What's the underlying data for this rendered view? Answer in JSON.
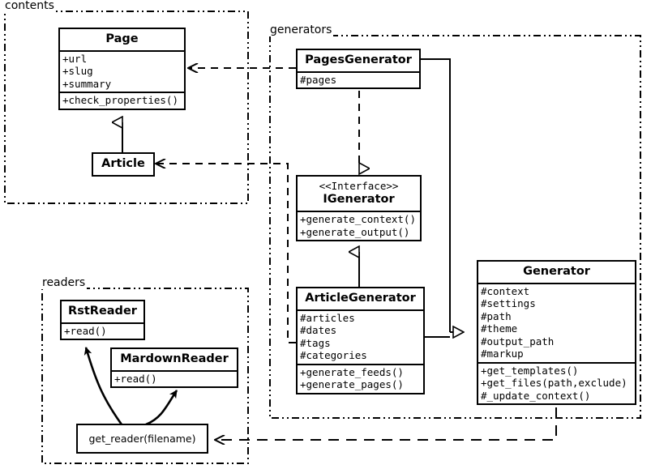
{
  "diagram": {
    "kind": "uml-class-diagram",
    "stroke_color": "#000000",
    "background": "#ffffff"
  },
  "packages": [
    {
      "id": "contents",
      "label": "contents"
    },
    {
      "id": "generators",
      "label": "generators"
    },
    {
      "id": "readers",
      "label": "readers"
    }
  ],
  "classes": {
    "page": {
      "name": "Page",
      "attributes": [
        "+url",
        "+slug",
        "+summary"
      ],
      "operations": [
        "+check_properties()"
      ]
    },
    "article": {
      "name": "Article",
      "attributes": [],
      "operations": []
    },
    "pages_generator": {
      "name": "PagesGenerator",
      "attributes": [
        "#pages"
      ],
      "operations": []
    },
    "igenerator": {
      "stereotype": "<<Interface>>",
      "name": "IGenerator",
      "attributes": [],
      "operations": [
        "+generate_context()",
        "+generate_output()"
      ]
    },
    "article_generator": {
      "name": "ArticleGenerator",
      "attributes": [
        "#articles",
        "#dates",
        "#tags",
        "#categories"
      ],
      "operations": [
        "+generate_feeds()",
        "+generate_pages()"
      ]
    },
    "generator": {
      "name": "Generator",
      "attributes": [
        "#context",
        "#settings",
        "#path",
        "#theme",
        "#output_path",
        "#markup"
      ],
      "operations": [
        "+get_templates()",
        "+get_files(path,exclude)",
        "#_update_context()"
      ]
    },
    "rst_reader": {
      "name": "RstReader",
      "attributes": [],
      "operations": [
        "+read()"
      ]
    },
    "mardown_reader": {
      "name": "MardownReader",
      "attributes": [],
      "operations": [
        "+read()"
      ]
    },
    "get_reader": {
      "name": "get_reader(filename)"
    }
  },
  "relationships": [
    {
      "id": "article-inherits-page",
      "type": "generalization",
      "from": "Article",
      "to": "Page"
    },
    {
      "id": "pagesgenerator-realizes-igenerator",
      "type": "realization",
      "from": "PagesGenerator",
      "to": "IGenerator"
    },
    {
      "id": "articlegenerator-realizes-igenerator",
      "type": "realization",
      "from": "ArticleGenerator",
      "to": "IGenerator"
    },
    {
      "id": "pagesgenerator-inherits-generator",
      "type": "generalization",
      "from": "PagesGenerator",
      "to": "Generator"
    },
    {
      "id": "articlegenerator-inherits-generator",
      "type": "generalization",
      "from": "ArticleGenerator",
      "to": "Generator"
    },
    {
      "id": "pagesgenerator-depends-page",
      "type": "dependency",
      "from": "PagesGenerator",
      "to": "Page"
    },
    {
      "id": "articlegenerator-depends-article",
      "type": "dependency",
      "from": "ArticleGenerator",
      "to": "Article"
    },
    {
      "id": "generator-depends-get-reader",
      "type": "dependency",
      "from": "Generator",
      "to": "get_reader(filename)"
    },
    {
      "id": "get-reader-returns-rstreader",
      "type": "flow",
      "from": "get_reader(filename)",
      "to": "RstReader"
    },
    {
      "id": "get-reader-returns-mardownreader",
      "type": "flow",
      "from": "get_reader(filename)",
      "to": "MardownReader"
    }
  ]
}
